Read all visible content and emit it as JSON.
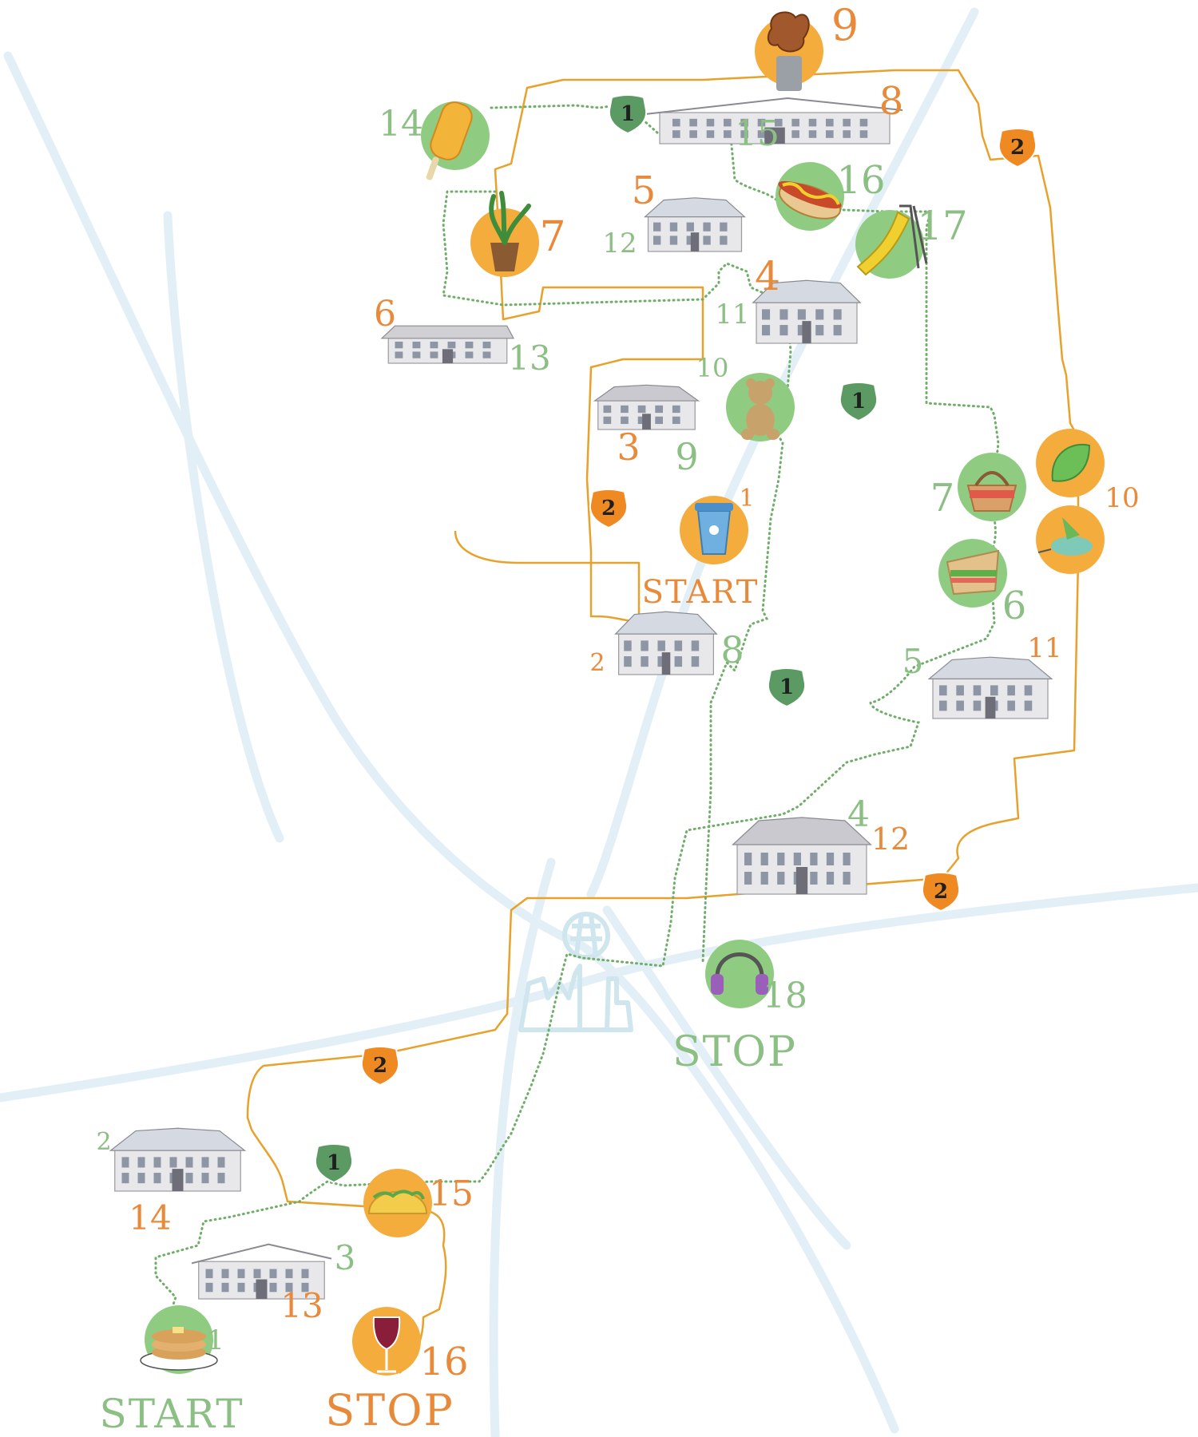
{
  "colors": {
    "route1": "#6fae68",
    "route2": "#e8a12a",
    "route1_label": "#8cbf84",
    "route2_label": "#e88a3a",
    "route1_shield": "#5c9a63",
    "route2_shield": "#ef8a22",
    "circle_green": "#8fcc82",
    "circle_orange": "#f4ac3d",
    "road": "#e3eff6"
  },
  "route1": {
    "shield_text": "1",
    "start_label": "START",
    "stop_label": "STOP",
    "stops": [
      {
        "n": "1",
        "icon": "pancakes-icon"
      },
      {
        "n": "2",
        "icon": "house-icon"
      },
      {
        "n": "3",
        "icon": "house-icon"
      },
      {
        "n": "4",
        "icon": "house-icon"
      },
      {
        "n": "5",
        "icon": "house-icon"
      },
      {
        "n": "6",
        "icon": "sandwich-icon"
      },
      {
        "n": "7",
        "icon": "picnic-basket-icon"
      },
      {
        "n": "8",
        "icon": "house-icon"
      },
      {
        "n": "9",
        "icon": "house-icon"
      },
      {
        "n": "10",
        "icon": "teddy-bear-icon"
      },
      {
        "n": "11",
        "icon": "house-icon"
      },
      {
        "n": "12",
        "icon": "house-icon"
      },
      {
        "n": "13",
        "icon": "house-icon"
      },
      {
        "n": "14",
        "icon": "popsicle-icon"
      },
      {
        "n": "15",
        "icon": "house-icon"
      },
      {
        "n": "16",
        "icon": "hot-dog-icon"
      },
      {
        "n": "17",
        "icon": "slide-icon"
      },
      {
        "n": "18",
        "icon": "headphones-icon"
      }
    ]
  },
  "route2": {
    "shield_text": "2",
    "start_label": "START",
    "stop_label": "STOP",
    "stops": [
      {
        "n": "1",
        "icon": "coffee-cup-icon"
      },
      {
        "n": "2",
        "icon": "house-icon"
      },
      {
        "n": "3",
        "icon": "house-icon"
      },
      {
        "n": "4",
        "icon": "house-icon"
      },
      {
        "n": "5",
        "icon": "house-icon"
      },
      {
        "n": "6",
        "icon": "house-icon"
      },
      {
        "n": "7",
        "icon": "potted-plant-icon"
      },
      {
        "n": "8",
        "icon": "house-icon"
      },
      {
        "n": "9",
        "icon": "pretzel-icon"
      },
      {
        "n": "10",
        "icon": "leaf-icon"
      },
      {
        "n": "11",
        "icon": "house-icon"
      },
      {
        "n": "12",
        "icon": "house-icon"
      },
      {
        "n": "13",
        "icon": "house-icon"
      },
      {
        "n": "14",
        "icon": "house-icon"
      },
      {
        "n": "15",
        "icon": "taco-icon"
      },
      {
        "n": "16",
        "icon": "wine-glass-icon"
      }
    ]
  },
  "landmarks": [
    {
      "name": "skyline-landmark-icon"
    }
  ]
}
